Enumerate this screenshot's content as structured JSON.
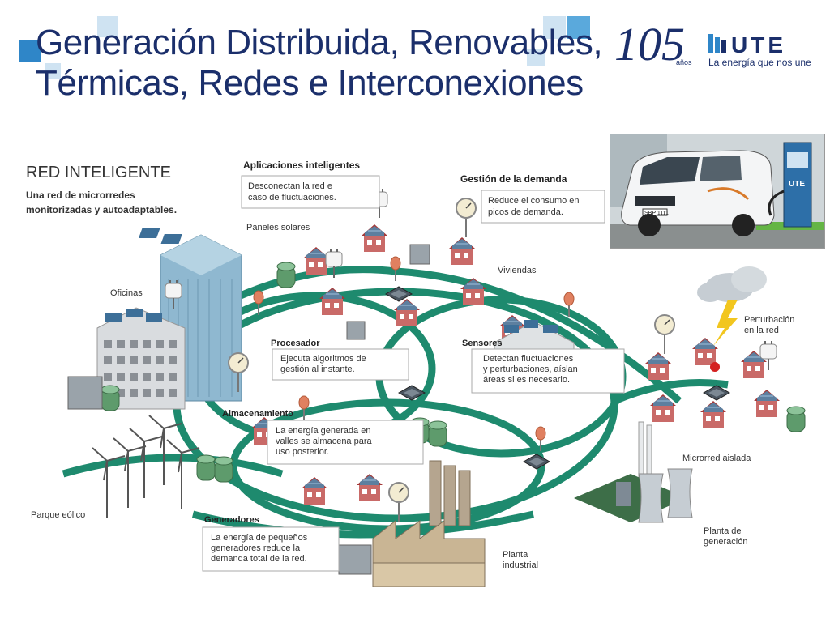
{
  "slide": {
    "title_line1": "Generación Distribuida, Renovables,",
    "title_line2": "Térmicas, Redes e Interconexiones"
  },
  "branding": {
    "anniversary_number": "105",
    "anniversary_suffix": "años",
    "ute_logo_text": "UTE",
    "ute_tagline": "La energía que nos une",
    "accent_color": "#1b2f6b",
    "deco_color": "#5aa9dc",
    "grid_color": "#1e8a6e"
  },
  "diagram": {
    "title": "RED INTELIGENTE",
    "subtitle_line1": "Una red de microrredes",
    "subtitle_line2": "monitorizadas y autoadaptables.",
    "callouts": {
      "aplicaciones": {
        "header": "Aplicaciones inteligentes",
        "line1": "Desconectan la red e",
        "line2": "caso de fluctuaciones."
      },
      "gestion": {
        "header": "Gestión de la demanda",
        "line1": "Reduce el consumo en",
        "line2": "picos de demanda."
      },
      "procesador": {
        "header": "Procesador",
        "line1": "Ejecuta algoritmos de",
        "line2": "gestión al instante."
      },
      "sensores": {
        "header": "Sensores",
        "line1": "Detectan fluctuaciones",
        "line2": "y perturbaciones, aíslan",
        "line3": "áreas si es necesario."
      },
      "almacenamiento": {
        "header": "Almacenamiento",
        "line1": "La energía generada en",
        "line2": "valles se almacena para",
        "line3": "uso posterior."
      },
      "generadores": {
        "header": "Generadores",
        "line1": "La energía de pequeños",
        "line2": "generadores reduce la",
        "line3": "demanda total de la red."
      }
    },
    "labels": {
      "paneles": "Paneles solares",
      "oficinas": "Oficinas",
      "viviendas": "Viviendas",
      "perturbacion_line1": "Perturbación",
      "perturbacion_line2": "en la red",
      "microrred": "Microrred aislada",
      "parque": "Parque eólico",
      "planta_ind_line1": "Planta",
      "planta_ind_line2": "industrial",
      "planta_gen_line1": "Planta de",
      "planta_gen_line2": "generación"
    }
  },
  "photo": {
    "station_text": "UTE",
    "plate": "SBP 1111"
  }
}
